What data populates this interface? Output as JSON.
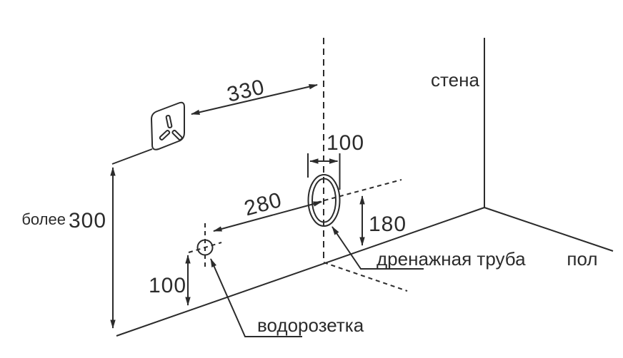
{
  "diagram": {
    "labels": {
      "wall": "стена",
      "floor": "пол",
      "drain_pipe": "дренажная труба",
      "water_outlet": "водорозетка"
    },
    "dimensions": {
      "socket_to_pipe_axis": "330",
      "pipe_diameter": "100",
      "pipe_axis_to_outlet": "280",
      "pipe_center_above_floor": "180",
      "outlet_above_floor": "100",
      "min_socket_height_prefix": "более",
      "min_socket_height": "300"
    },
    "icons": {
      "socket": "power-socket-icon",
      "pipe": "drain-pipe-icon",
      "outlet": "water-outlet-icon"
    },
    "colors": {
      "line": "#2b2b2b",
      "background": "#ffffff"
    }
  }
}
